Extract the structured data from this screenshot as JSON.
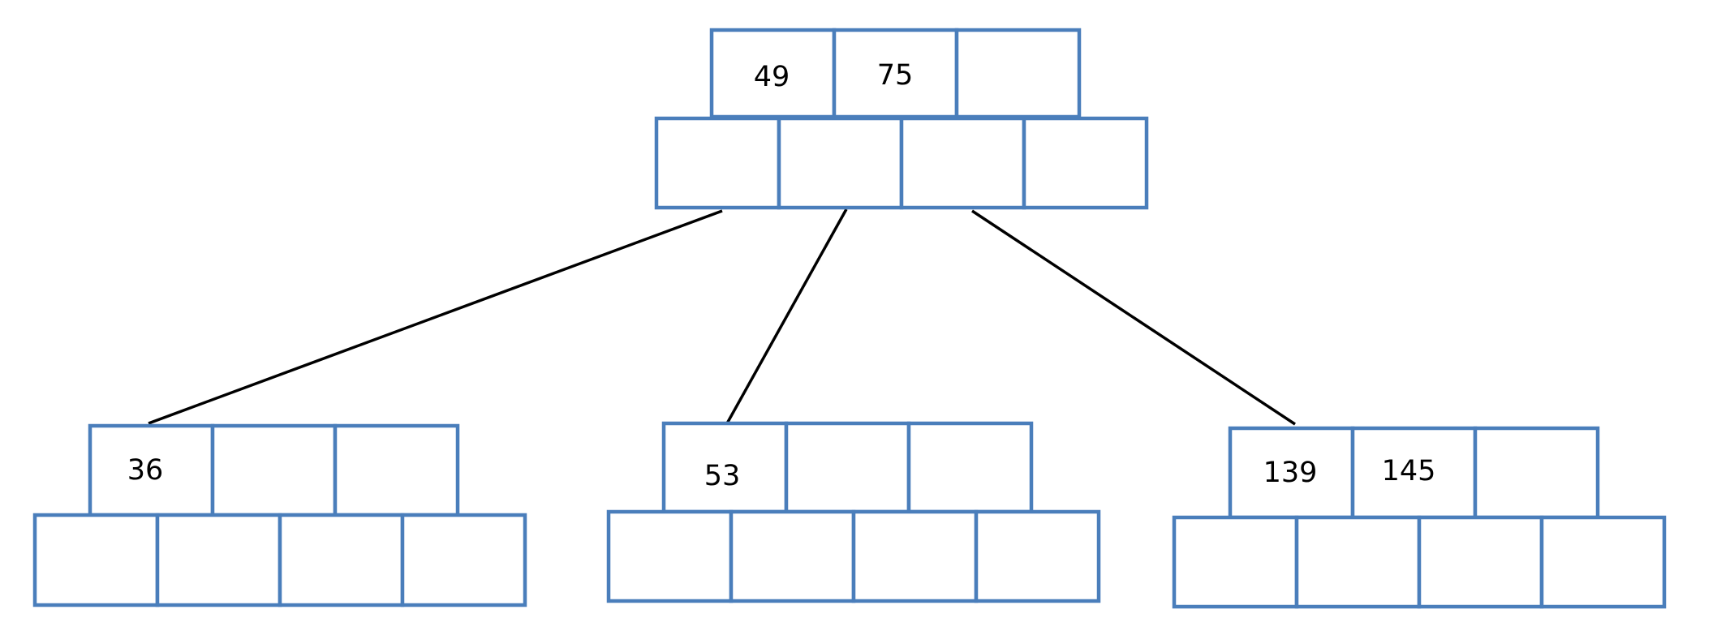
{
  "diagram": {
    "root": {
      "keys": [
        "49",
        "75",
        ""
      ],
      "pointer_slots": 4
    },
    "children": [
      {
        "keys": [
          "36",
          "",
          ""
        ],
        "pointer_slots": 4
      },
      {
        "keys": [
          "53",
          "",
          ""
        ],
        "pointer_slots": 4
      },
      {
        "keys": [
          "139",
          "145",
          ""
        ],
        "pointer_slots": 4
      }
    ]
  },
  "colors": {
    "cell_stroke": "#4A7EBB",
    "edge": "#000000",
    "background": "#ffffff"
  }
}
